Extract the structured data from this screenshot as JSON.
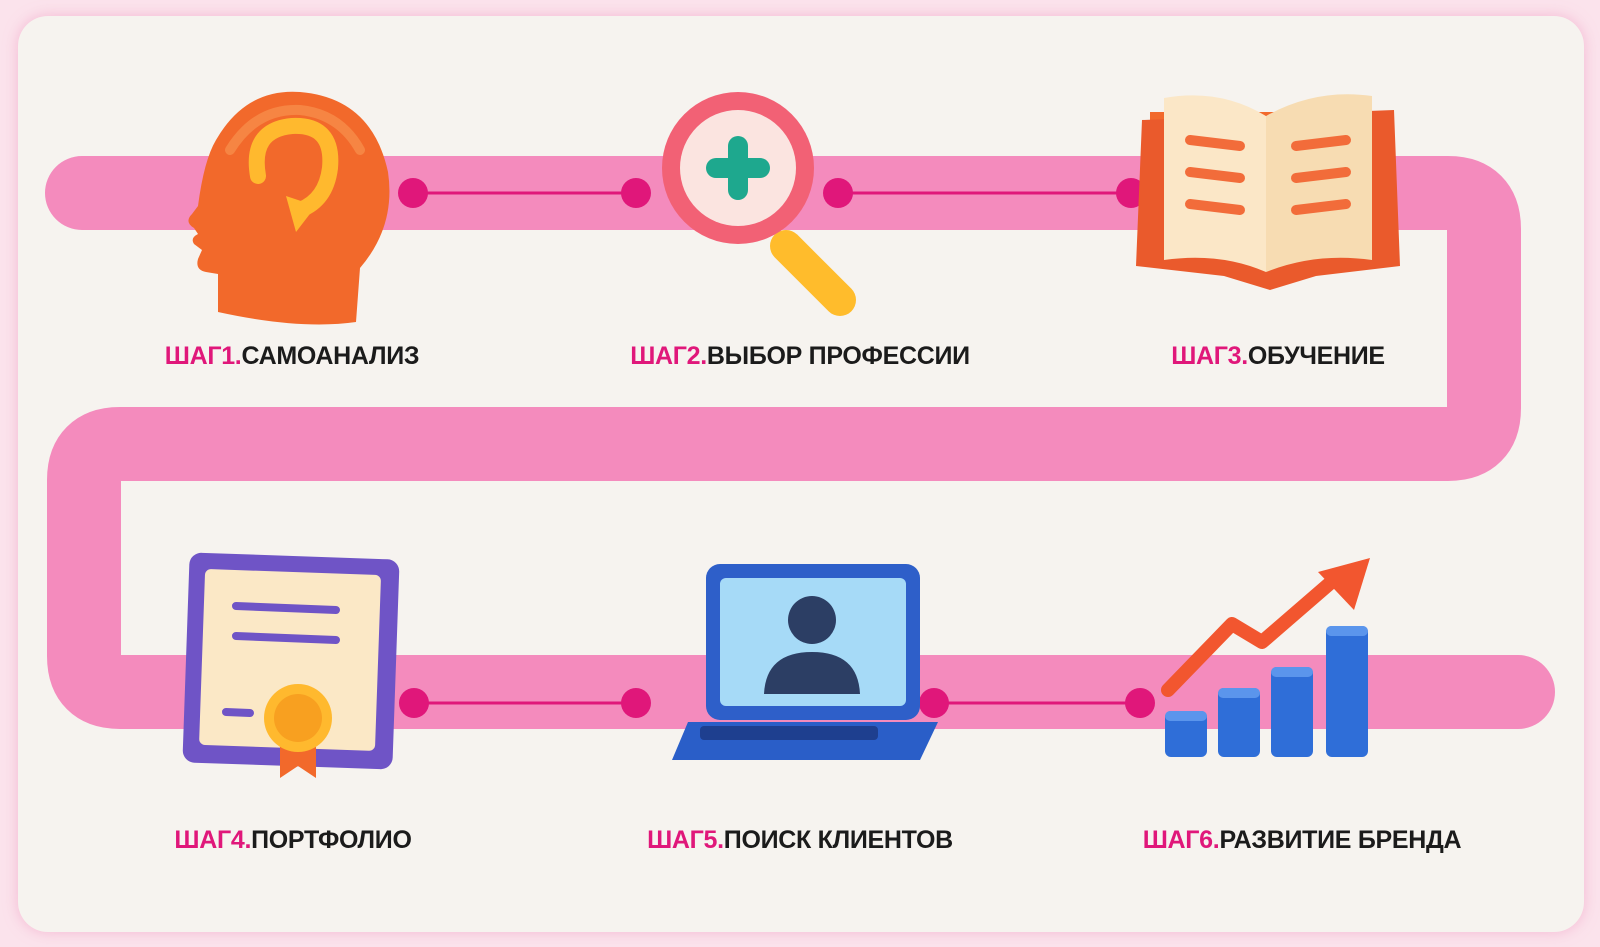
{
  "steps": [
    {
      "step": "ШАГ1.",
      "title": "САМОАНАЛИЗ",
      "icon": "head-refresh-icon"
    },
    {
      "step": "ШАГ2.",
      "title": "ВЫБОР ПРОФЕССИИ",
      "icon": "magnifier-plus-icon"
    },
    {
      "step": "ШАГ3.",
      "title": "ОБУЧЕНИЕ",
      "icon": "open-book-icon"
    },
    {
      "step": "ШАГ4.",
      "title": "ПОРТФОЛИО",
      "icon": "certificate-icon"
    },
    {
      "step": "ШАГ5.",
      "title": "ПОИСК КЛИЕНТОВ",
      "icon": "laptop-user-icon"
    },
    {
      "step": "ШАГ6.",
      "title": "РАЗВИТИЕ БРЕНДА",
      "icon": "growth-chart-icon"
    }
  ],
  "colors": {
    "background": "#f6f3ef",
    "road": "#f48bbd",
    "connector": "#e0177a",
    "step_text": "#e0177a",
    "title_text": "#1b1b1b"
  }
}
